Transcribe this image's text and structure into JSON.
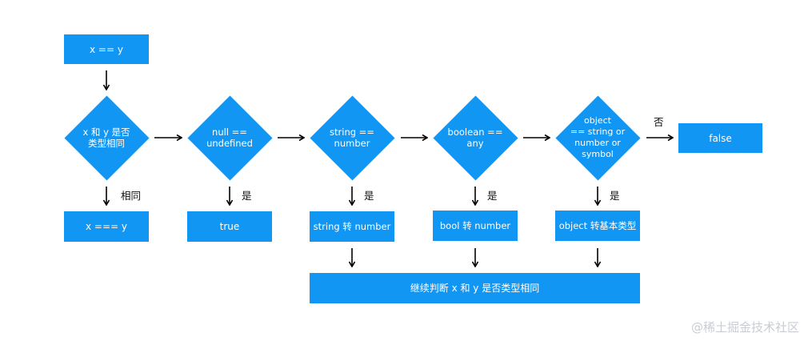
{
  "colors": {
    "node_fill": "#1296f3",
    "node_text": "#ffffff",
    "arrow": "#000000"
  },
  "start": "x == y",
  "decisions": {
    "same_type": "x 和 y 是否\n类型相同",
    "null_undefined": "null ==\nundefined",
    "string_number": "string ==\nnumber",
    "boolean_any": "boolean ==\nany",
    "object_primitive": "object\n== string or\nnumber or\nsymbol"
  },
  "results": {
    "strict_equal": "x === y",
    "true": "true",
    "string_to_number": "string 转 number",
    "bool_to_number": "bool 转 number",
    "object_to_primitive": "object 转基本类型",
    "false": "false"
  },
  "continue": "继续判断 x 和 y 是否类型相同",
  "labels": {
    "same": "相同",
    "yes_1": "是",
    "yes_2": "是",
    "yes_3": "是",
    "yes_4": "是",
    "no": "否"
  },
  "watermark": "@稀土掘金技术社区"
}
